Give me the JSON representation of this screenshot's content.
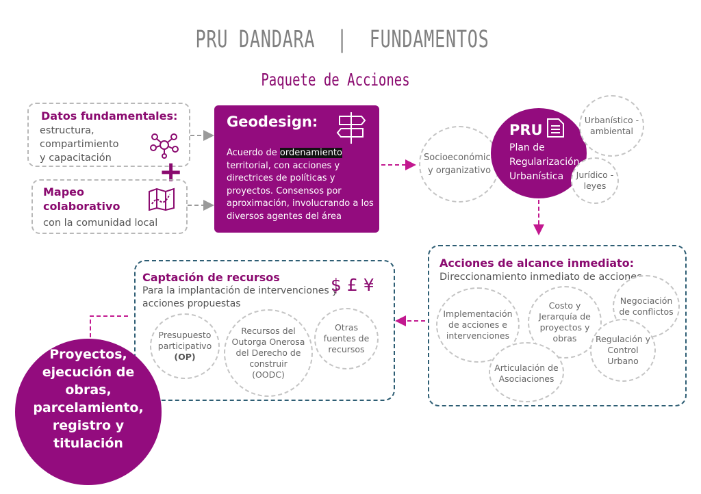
{
  "header": {
    "title": "PRU DANDARA  |  FUNDAMENTOS",
    "subtitle": "Paquete de Acciones"
  },
  "inputs": {
    "datos": {
      "title": "Datos fundamentales:",
      "text": [
        "estructura,",
        "compartimiento",
        "y capacitación"
      ]
    },
    "mapeo": {
      "title": [
        "Mapeo",
        "colaborativo"
      ],
      "text": "con la comunidad local"
    },
    "plus": "+"
  },
  "geodesign": {
    "title": "Geodesign:",
    "text_before": "Acuerdo de ",
    "highlight": "ordenamiento",
    "text_after": " territorial, con acciones y directrices de políticas y proyectos. Consensos por aproximación, involucrando a los diversos agentes del área"
  },
  "pru": {
    "title": "PRU",
    "lines": [
      "Plan de",
      "Regularización",
      "Urbanística"
    ],
    "dimensions": {
      "urbanistico": "Urbanístico -ambiental",
      "juridico": "Jurídico -leyes",
      "socio": "Socioeconómico y organizativo"
    }
  },
  "acciones": {
    "title": "Acciones de alcance inmediato:",
    "subtitle": "Direccionamiento inmediato de acciones",
    "items": {
      "implementacion": "Implementación de acciones e intervenciones",
      "costo": "Costo y Jerarquía de proyectos y obras",
      "negociacion": "Negociación de conflictos",
      "regulacion": "Regulación y Control Urbano",
      "articulacion": "Articulación de Asociaciones"
    }
  },
  "captacion": {
    "title": "Captación de recursos",
    "subtitle": "Para la implantación de intervenciones y acciones propuestas",
    "currency": "$ £ ¥",
    "items": {
      "presupuesto": "Presupuesto participativo",
      "presupuesto_code": "(OP)",
      "recursos": "Recursos del Outorga Onerosa del Derecho de construir",
      "recursos_code": "(OODC)",
      "otras": "Otras fuentes de recursos"
    }
  },
  "final": {
    "text": "Proyectos, ejecución de obras, parcelamiento, registro y titulación"
  },
  "colors": {
    "magenta": "#930c7e",
    "gray_dash": "#b8b8b8",
    "blue_dash": "#2d5d73"
  }
}
